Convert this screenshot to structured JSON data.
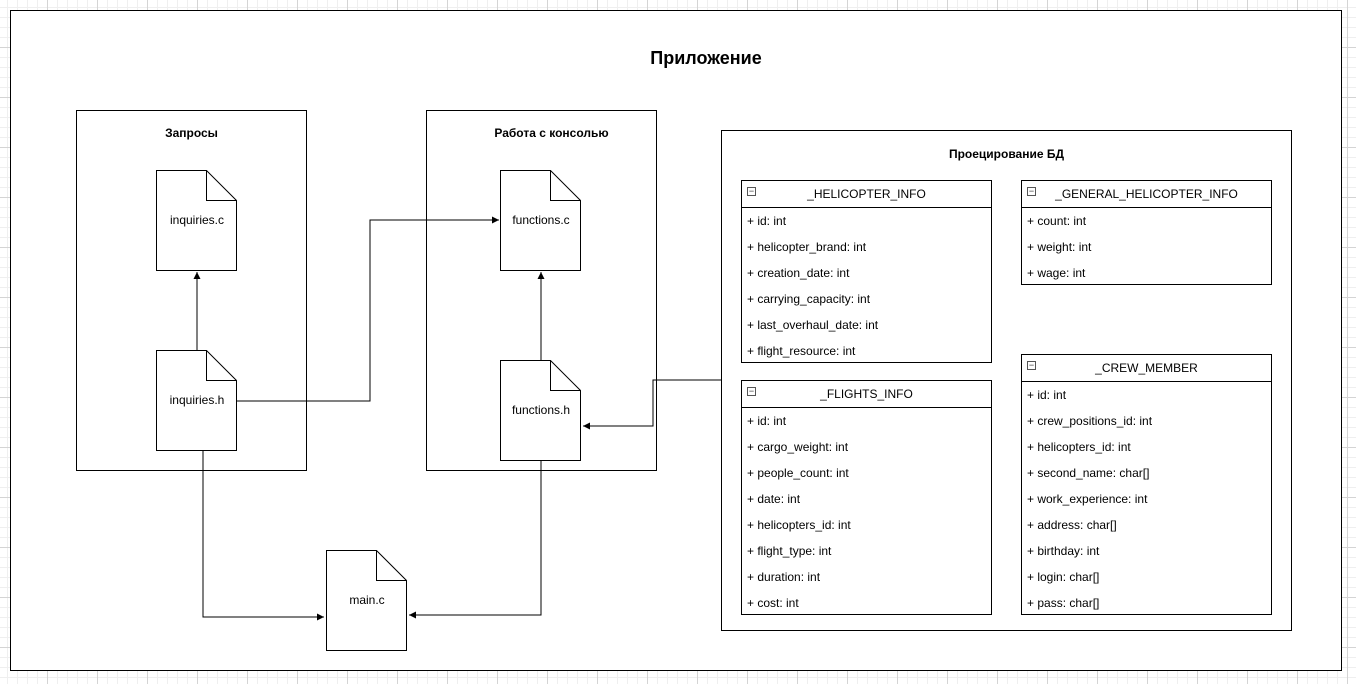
{
  "app": {
    "title": "Приложение"
  },
  "groups": {
    "queries": {
      "title": "Запросы"
    },
    "console": {
      "title": "Работа с консолью"
    },
    "db": {
      "title": "Проецирование БД"
    }
  },
  "files": {
    "inquiries_c": "inquiries.c",
    "inquiries_h": "inquiries.h",
    "functions_c": "functions.c",
    "functions_h": "functions.h",
    "main_c": "main.c"
  },
  "classes": {
    "helicopter_info": {
      "name": "_HELICOPTER_INFO",
      "fields": [
        "+ id: int",
        "+ helicopter_brand: int",
        "+ creation_date: int",
        "+ carrying_capacity: int",
        "+ last_overhaul_date: int",
        "+ flight_resource: int"
      ]
    },
    "general_helicopter_info": {
      "name": "_GENERAL_HELICOPTER_INFO",
      "fields": [
        "+ count: int",
        "+ weight: int",
        "+ wage: int"
      ]
    },
    "flights_info": {
      "name": "_FLIGHTS_INFO",
      "fields": [
        "+ id: int",
        "+ cargo_weight: int",
        "+ people_count: int",
        "+ date: int",
        "+ helicopters_id: int",
        "+ flight_type: int",
        "+ duration: int",
        "+ cost: int"
      ]
    },
    "crew_member": {
      "name": "_CREW_MEMBER",
      "fields": [
        "+ id: int",
        "+ crew_positions_id: int",
        "+ helicopters_id: int",
        "+ second_name: char[]",
        "+ work_experience: int",
        "+ address: char[]",
        "+ birthday: int",
        "+ login: char[]",
        "+ pass: char[]"
      ]
    }
  },
  "icons": {
    "collapse": "minus-icon",
    "file": "file-icon"
  }
}
